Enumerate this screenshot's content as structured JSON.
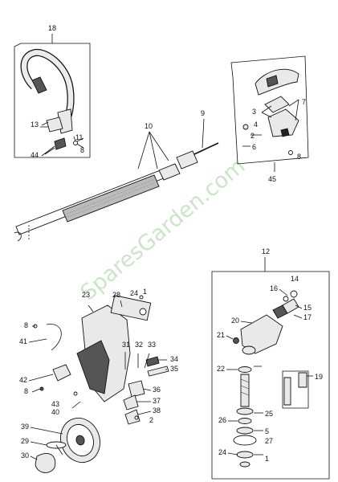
{
  "watermark": "SparesGarden.com",
  "callouts": {
    "c1a": "1",
    "c1b": "1",
    "c2a": "2",
    "c2b": "2",
    "c3": "3",
    "c4": "4",
    "c5": "5",
    "c6": "6",
    "c7": "7",
    "c8a": "8",
    "c8b": "8",
    "c8c": "8",
    "c9": "9",
    "c10": "10",
    "c11": "11",
    "c12": "12",
    "c13": "13",
    "c14": "14",
    "c15": "15",
    "c16": "16",
    "c17": "17",
    "c18": "18",
    "c19": "19",
    "c20": "20",
    "c21": "21",
    "c22": "22",
    "c23": "23",
    "c24a": "24",
    "c24b": "24",
    "c25": "25",
    "c26": "26",
    "c27": "27",
    "c28": "28",
    "c29": "29",
    "c30": "30",
    "c31": "31",
    "c32": "32",
    "c33": "33",
    "c34": "34",
    "c35": "35",
    "c36": "36",
    "c37": "37",
    "c38": "38",
    "c39": "39",
    "c40": "40",
    "c41": "41",
    "c42": "42",
    "c43": "43",
    "c44": "44",
    "c45": "45"
  }
}
